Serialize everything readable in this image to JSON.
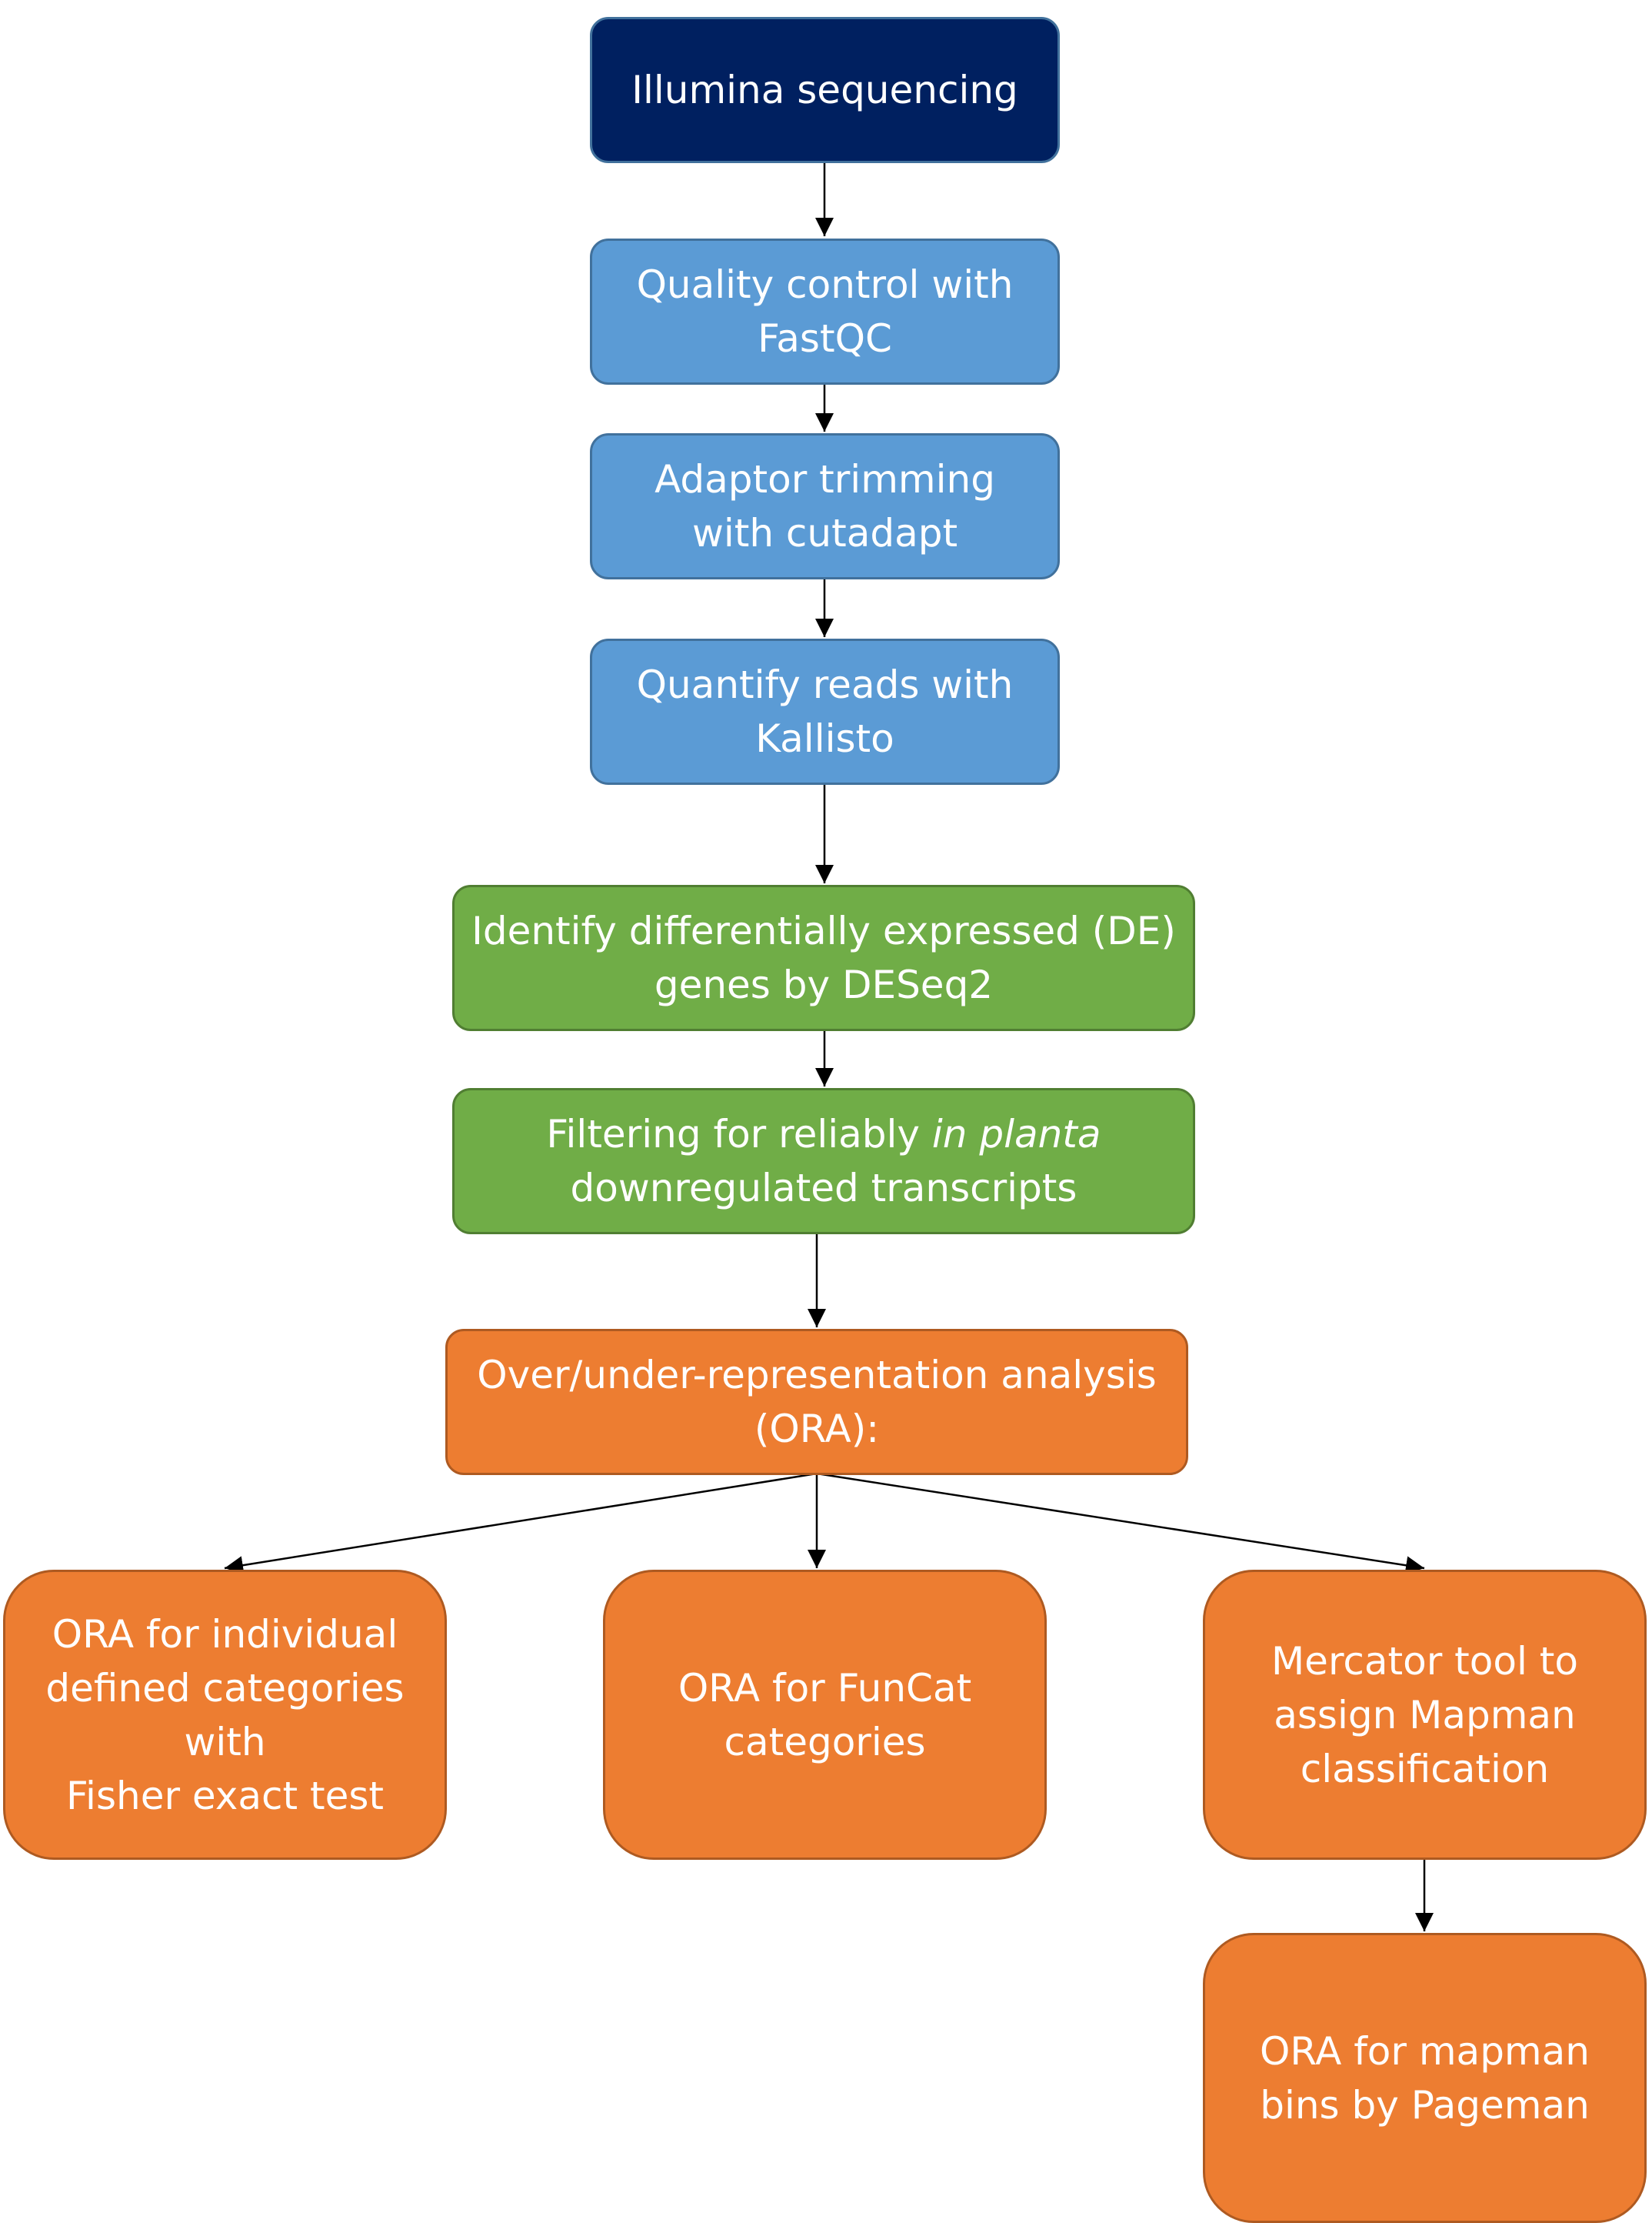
{
  "colors": {
    "navy": "#002060",
    "blue": "#5b9bd5",
    "green": "#70ad47",
    "orange": "#ed7d31",
    "arrow": "#000000",
    "text": "#ffffff"
  },
  "steps": {
    "illumina": "Illumina sequencing",
    "fastqc": "Quality control with\nFastQC",
    "cutadapt": "Adaptor trimming\nwith cutadapt",
    "kallisto": "Quantify reads with\nKallisto",
    "deseq2": "Identify differentially expressed (DE)\ngenes by DESeq2",
    "filtering": {
      "before": "Filtering for reliably ",
      "italic": "in planta",
      "after": "\ndownregulated transcripts"
    },
    "ora": "Over/under-representation analysis\n(ORA):",
    "ora_fisher": "ORA for individual\ndefined categories\nwith\nFisher exact test",
    "ora_funcat": "ORA for FunCat\ncategories",
    "mercator": "Mercator tool to\nassign Mapman\nclassification",
    "ora_pageman": "ORA for mapman\nbins by Pageman"
  }
}
